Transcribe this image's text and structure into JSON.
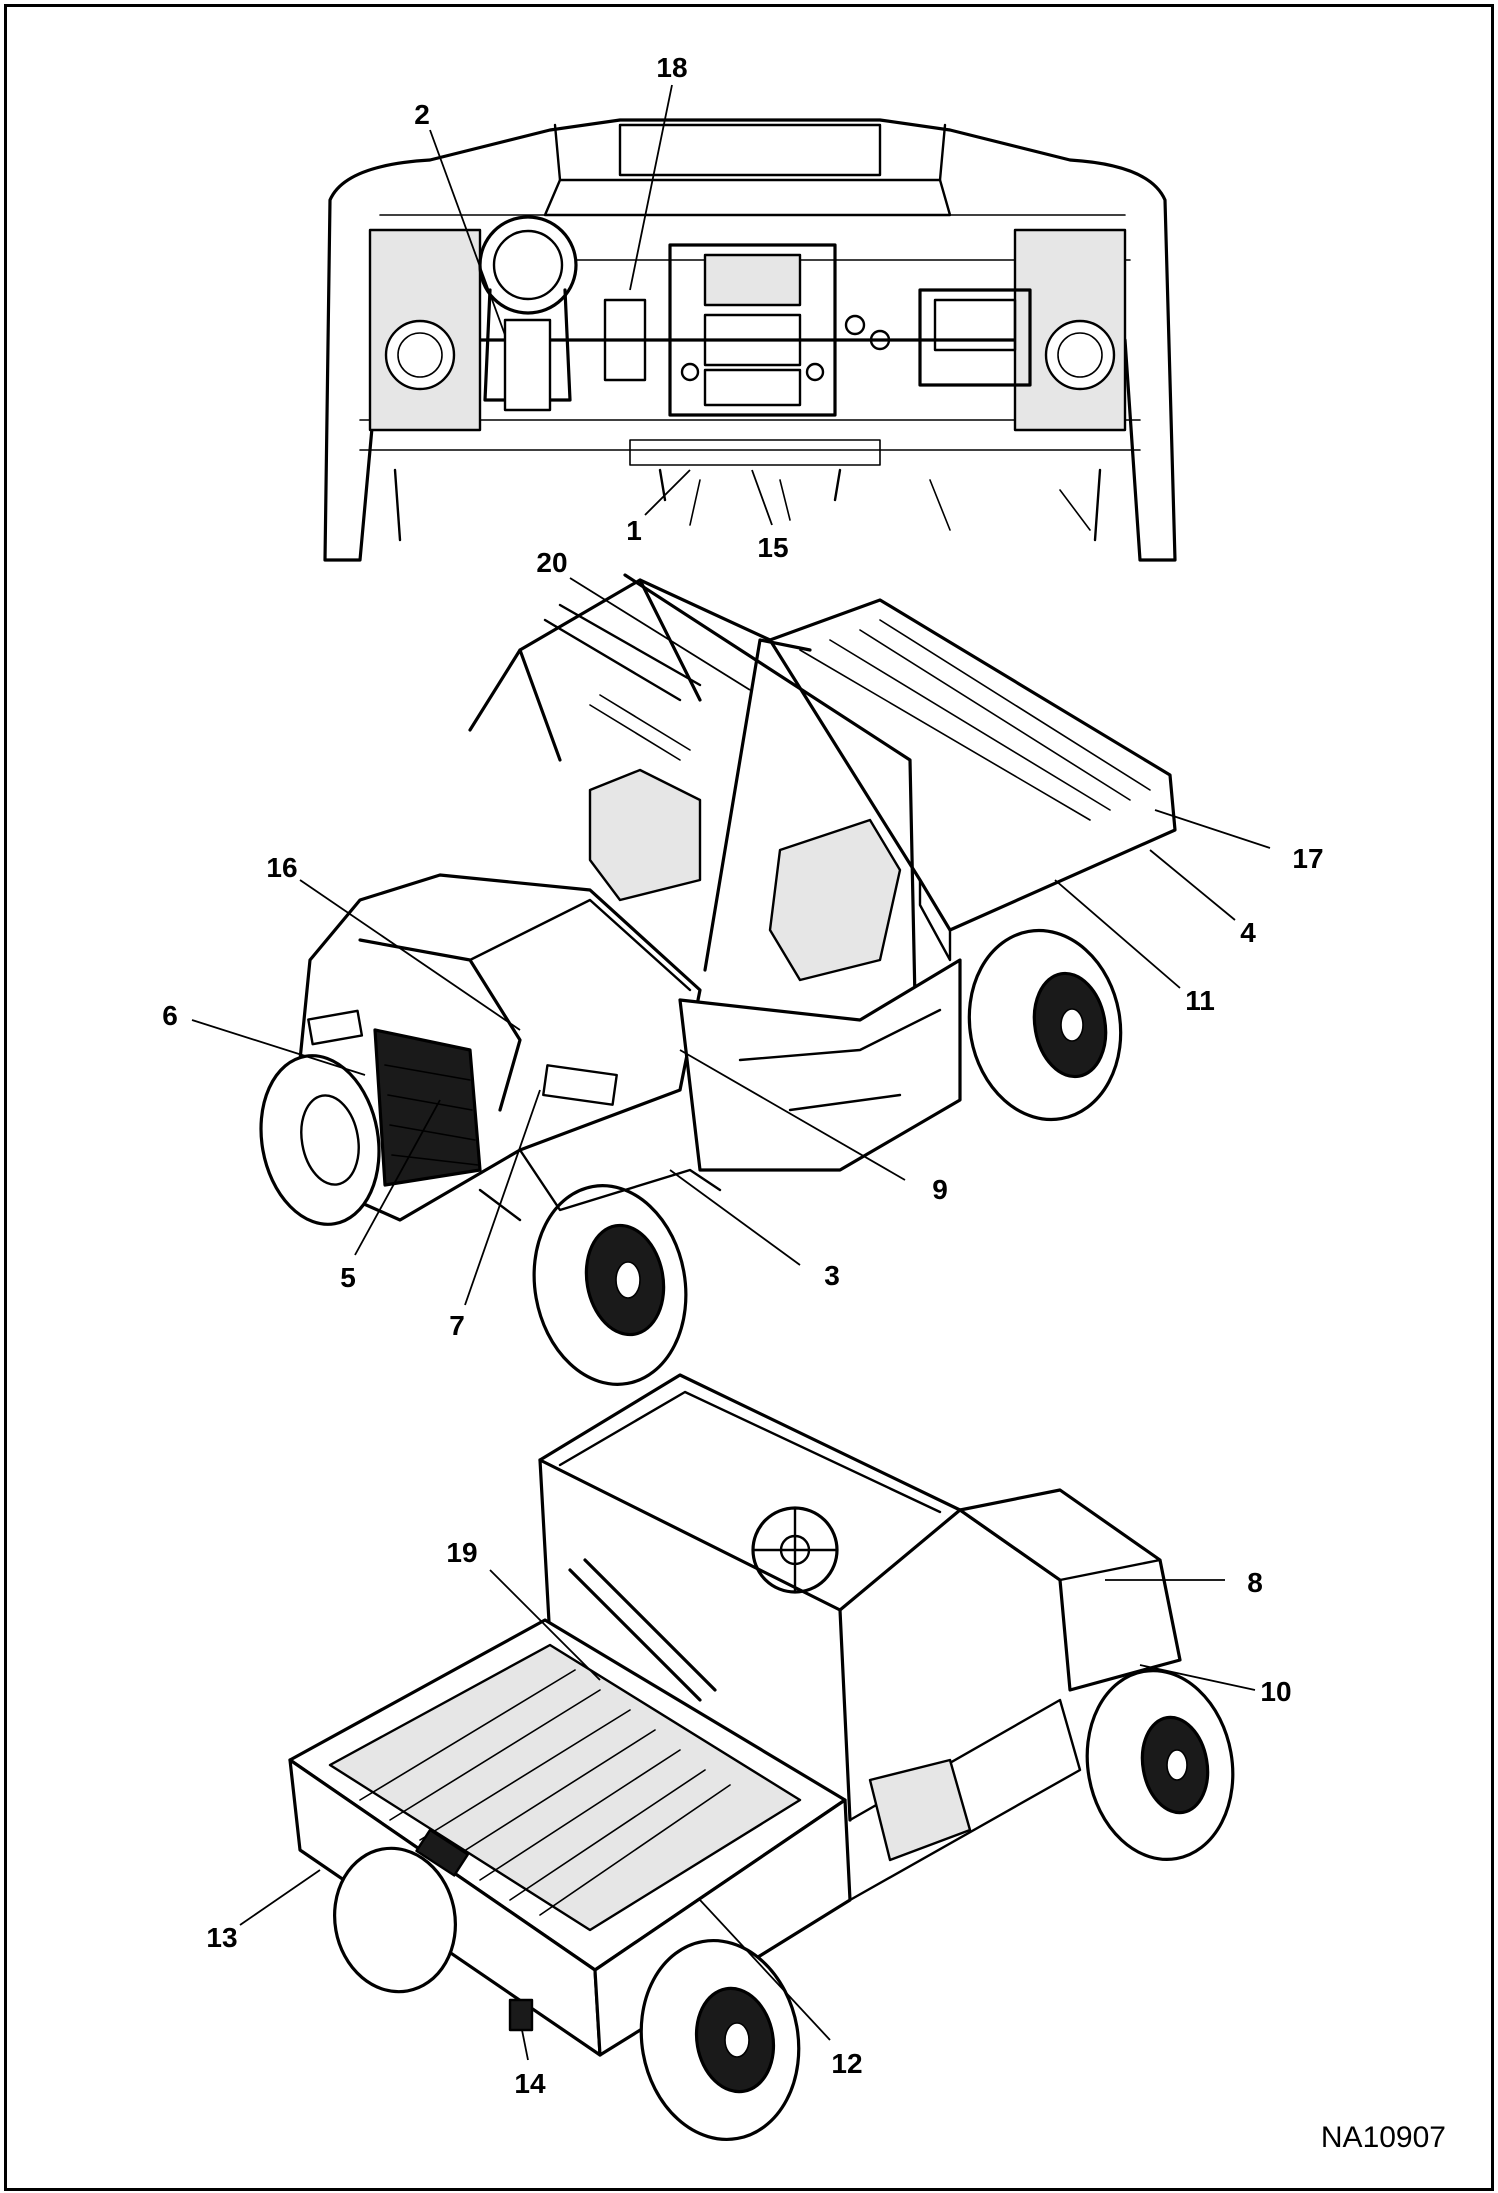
{
  "callouts": {
    "c1": "1",
    "c2": "2",
    "c3": "3",
    "c4": "4",
    "c5": "5",
    "c6": "6",
    "c7": "7",
    "c8": "8",
    "c9": "9",
    "c10": "10",
    "c11": "11",
    "c12": "12",
    "c13": "13",
    "c14": "14",
    "c15": "15",
    "c16": "16",
    "c17": "17",
    "c18": "18",
    "c19": "19",
    "c20": "20"
  },
  "drawing_id": "NA10907",
  "colors": {
    "line": "#000000",
    "shade": "#9a9a9a",
    "background": "#ffffff"
  }
}
